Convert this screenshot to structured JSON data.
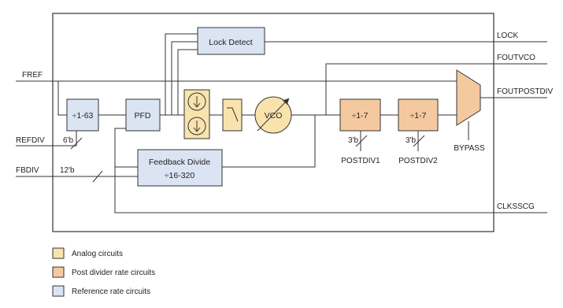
{
  "colors": {
    "reference": "#dbe4f3",
    "post_divider": "#f5c9a0",
    "analog": "#f9e3ad",
    "stroke": "#333333"
  },
  "blocks": {
    "lock_detect": "Lock Detect",
    "ref_div": "÷1-63",
    "pfd": "PFD",
    "vco": "VCO",
    "post_div1": "÷1-7",
    "post_div2": "÷1-7",
    "feedback_title": "Feedback Divide",
    "feedback_range": "÷16-320"
  },
  "signals": {
    "inputs": [
      "FREF",
      "REFDIV",
      "FBDIV"
    ],
    "outputs": [
      "LOCK",
      "FOUTVCO",
      "FOUTPOSTDIV",
      "CLKSSCG"
    ],
    "refdiv_width": "6'b",
    "fbdiv_width": "12'b",
    "postdiv1_width": "3'b",
    "postdiv2_width": "3'b",
    "postdiv1": "POSTDIV1",
    "postdiv2": "POSTDIV2",
    "bypass": "BYPASS"
  },
  "legend": [
    {
      "label": "Analog circuits",
      "color": "#f9e3ad"
    },
    {
      "label": "Post divider rate circuits",
      "color": "#f5c9a0"
    },
    {
      "label": "Reference rate circuits",
      "color": "#dbe4f3"
    }
  ],
  "icons": [
    "current-source-icon",
    "low-pass-filter-icon",
    "vco-tuning-arrow-icon",
    "bypass-mux-icon"
  ]
}
